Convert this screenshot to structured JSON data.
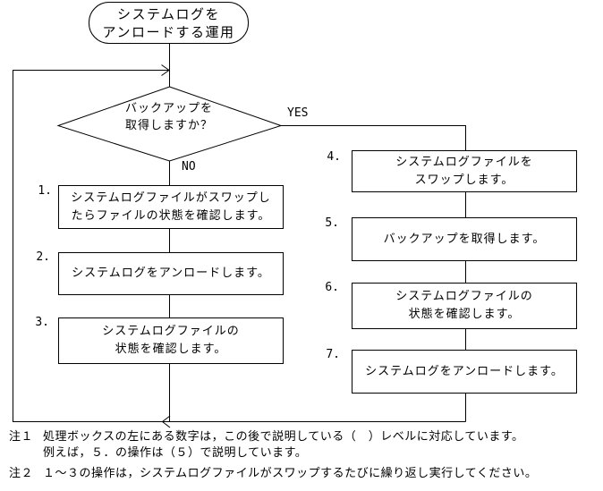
{
  "flowchart": {
    "title_node": {
      "line1": "システムログを",
      "line2": "アンロードする運用"
    },
    "decision": {
      "line1": "バックアップを",
      "line2": "取得しますか？"
    },
    "edge_labels": {
      "yes": "YES",
      "no": "NO"
    },
    "no_branch": [
      {
        "number": "1.",
        "line1": "システムログファイルがスワップし",
        "line2": "たらファイルの状態を確認します。"
      },
      {
        "number": "2.",
        "line1": "システムログをアンロードします。",
        "line2": ""
      },
      {
        "number": "3.",
        "line1": "システムログファイルの",
        "line2": "状態を確認します。"
      }
    ],
    "yes_branch": [
      {
        "number": "4.",
        "line1": "システムログファイルを",
        "line2": "スワップします。"
      },
      {
        "number": "5.",
        "line1": "バックアップを取得します。",
        "line2": ""
      },
      {
        "number": "6.",
        "line1": "システムログファイルの",
        "line2": "状態を確認します。"
      },
      {
        "number": "7.",
        "line1": "システムログをアンロードします。",
        "line2": ""
      }
    ],
    "notes": [
      {
        "label": "注１",
        "line1": "処理ボックスの左にある数字は，この後で説明している（　）レベルに対応しています。",
        "line2": "例えば，５．の操作は（５）で説明しています。"
      },
      {
        "label": "注２",
        "line1": "１～３の操作は，システムログファイルがスワップするたびに繰り返し実行してください。",
        "line2": ""
      }
    ],
    "colors": {
      "line": "#000000",
      "background": "#ffffff",
      "text": "#000000"
    }
  }
}
